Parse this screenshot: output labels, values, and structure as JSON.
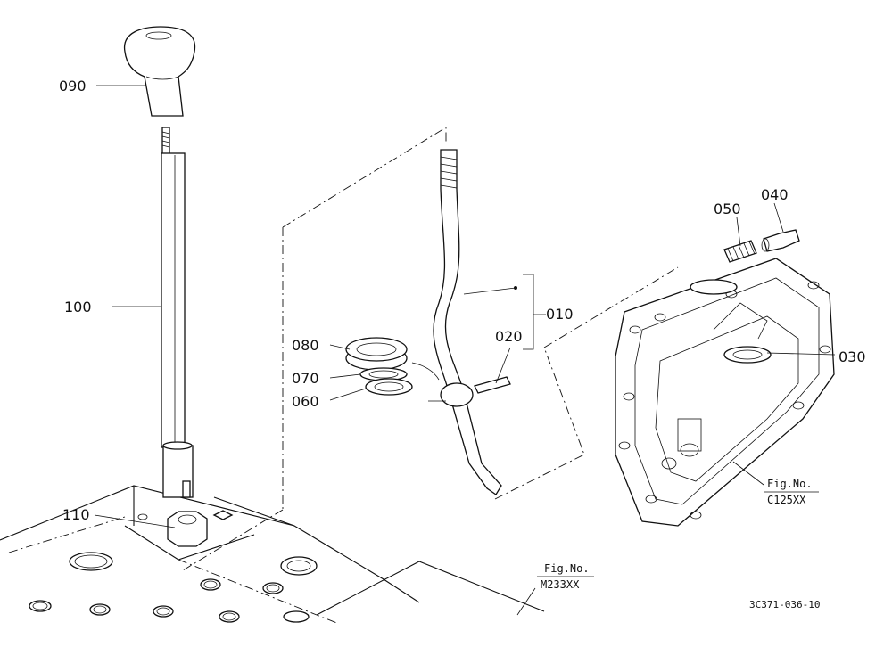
{
  "diagram": {
    "labels": {
      "p090": "090",
      "p100": "100",
      "p110": "110",
      "p080": "080",
      "p070": "070",
      "p060": "060",
      "p010": "010",
      "p020": "020",
      "p050": "050",
      "p040": "040",
      "p030": "030"
    },
    "refs": {
      "c125_line1": "Fig.No.",
      "c125_line2": "C125XX",
      "m233_line1": "Fig.No.",
      "m233_line2": "M233XX"
    },
    "drawing_number": "3C371-036-10"
  }
}
